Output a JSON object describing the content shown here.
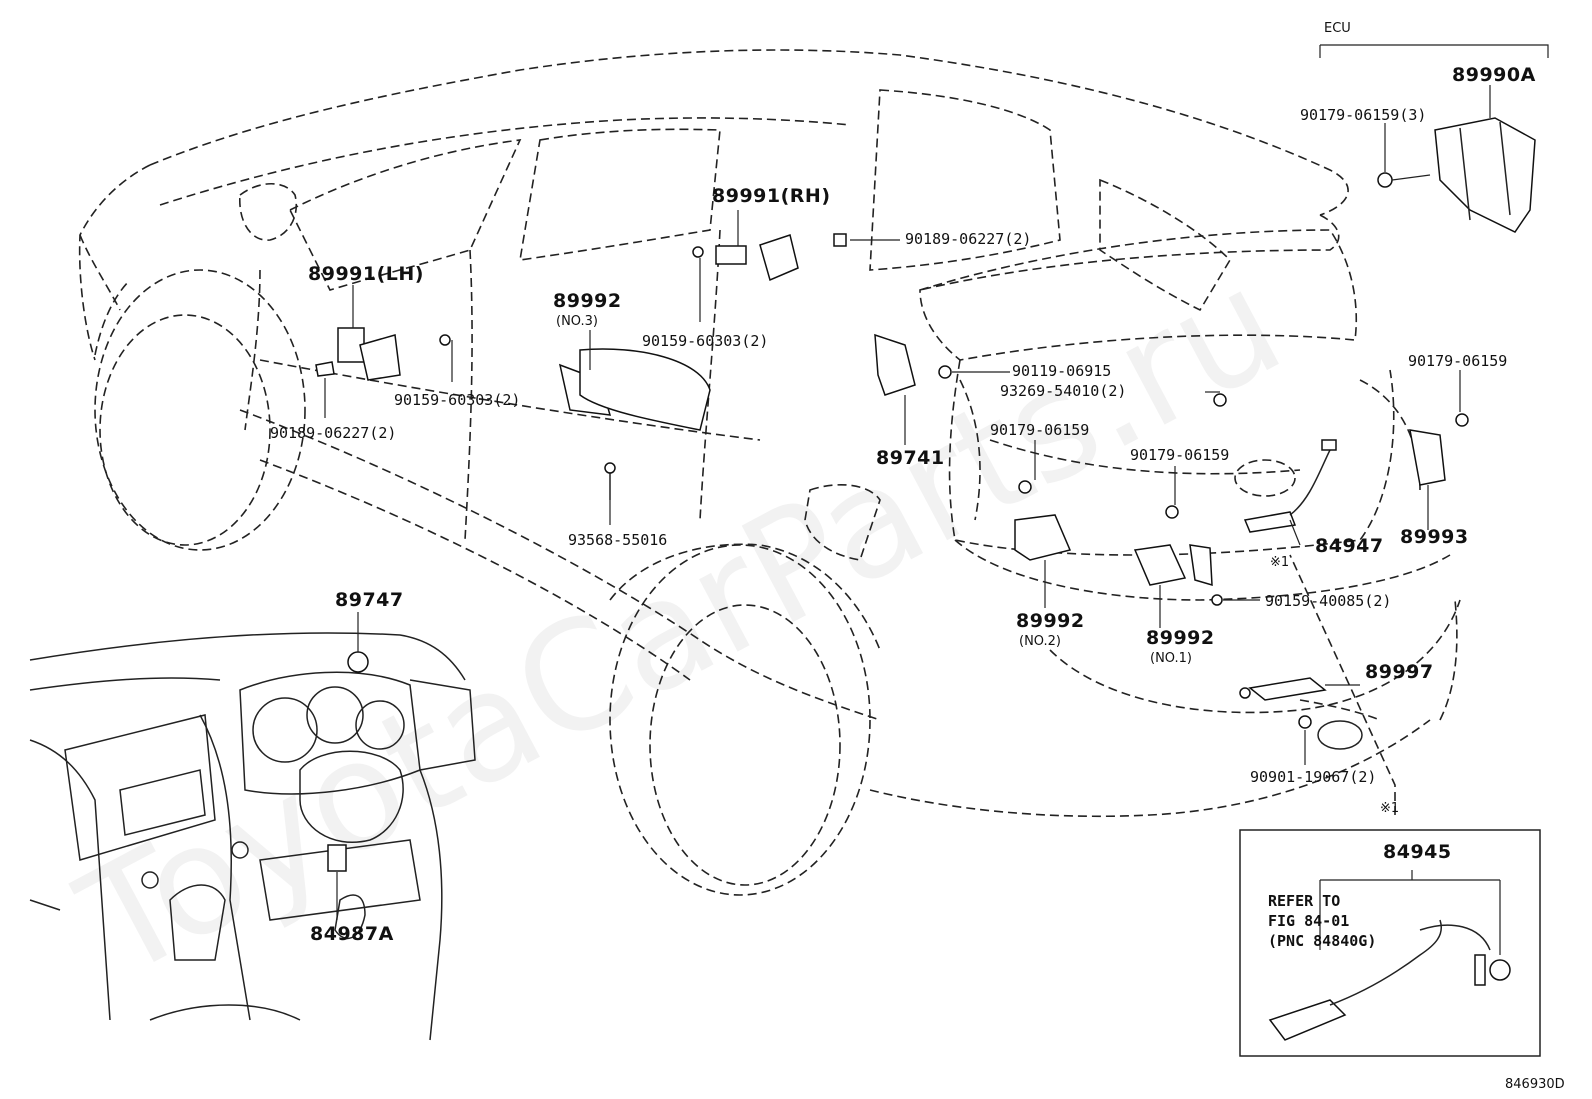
{
  "diagram": {
    "section_label": "ECU",
    "figure_number": "846930D",
    "watermark": "ToyotaCarParts.ru",
    "parts": {
      "p_89990A": "89990A",
      "p_90179_06159_3": "90179-06159(3)",
      "p_89991_RH": "89991(RH)",
      "p_90189_06227_2_rh": "90189-06227(2)",
      "p_89991_LH": "89991(LH)",
      "p_89992_no3": "89992",
      "p_no3": "(NO.3)",
      "p_90159_60303_2_rh": "90159-60303(2)",
      "p_90159_60303_2_lh": "90159-60303(2)",
      "p_90189_06227_2_lh": "90189-06227(2)",
      "p_90119_06915": "90119-06915",
      "p_93269_54010_2": "93269-54010(2)",
      "p_90179_06159_right": "90179-06159",
      "p_89741": "89741",
      "p_90179_06159_mid": "90179-06159",
      "p_90179_06159_center": "90179-06159",
      "p_93568_55016": "93568-55016",
      "p_84947": "84947",
      "p_89993": "89993",
      "p_note1": "※1",
      "p_89992_no2": "89992",
      "p_no2": "(NO.2)",
      "p_89992_no1": "89992",
      "p_no1": "(NO.1)",
      "p_90159_40085_2": "90159-40085(2)",
      "p_89997": "89997",
      "p_90901_19067_2": "90901-19067(2)",
      "p_89747": "89747",
      "p_84987A": "84987A"
    },
    "inset": {
      "note_mark": "※1",
      "part": "84945",
      "refer_line1": "REFER TO",
      "refer_line2": "FIG 84-01",
      "refer_line3": "(PNC 84840G)"
    }
  }
}
